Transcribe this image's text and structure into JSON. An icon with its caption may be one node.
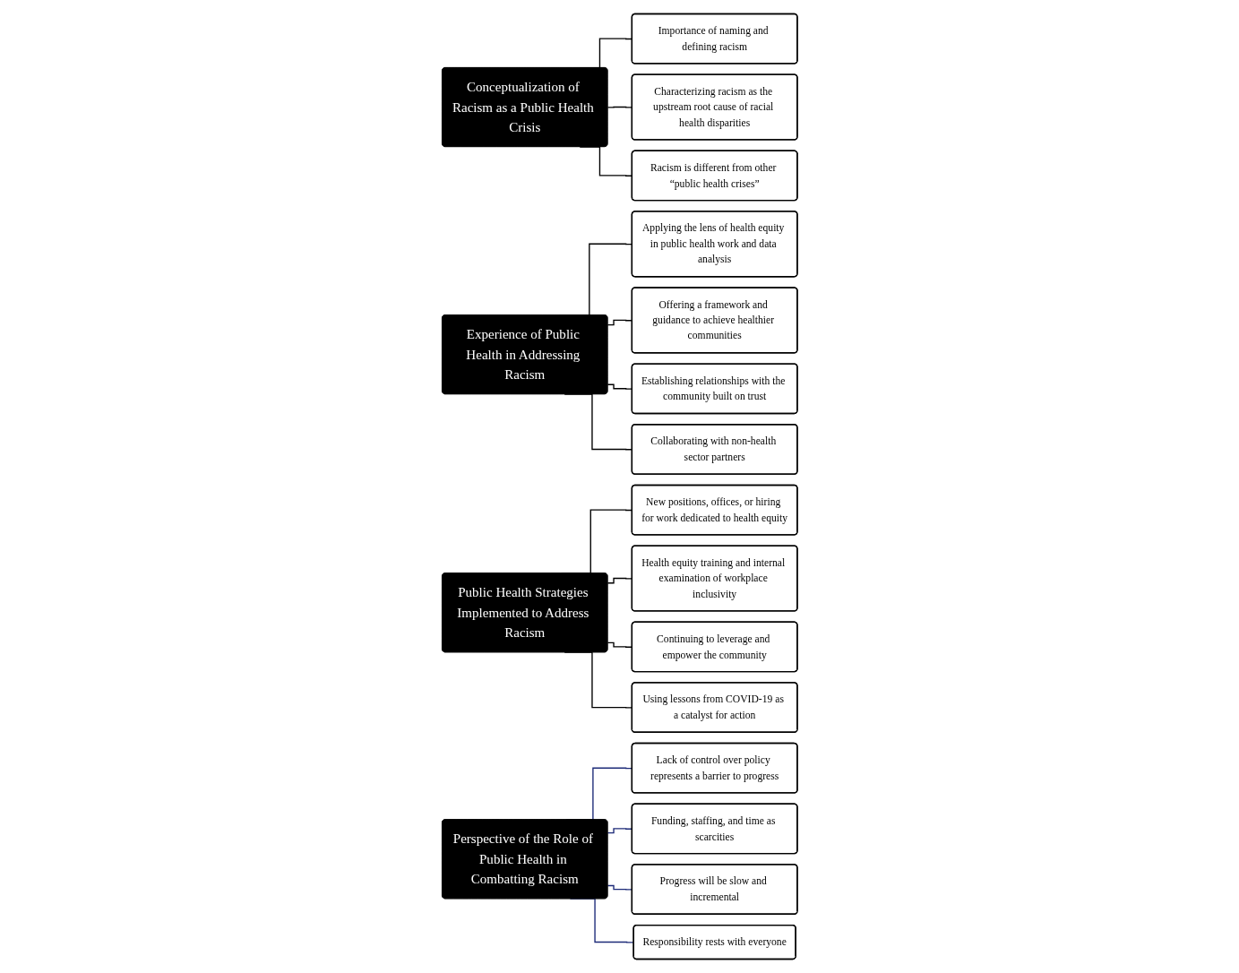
{
  "diagram": {
    "nodes": [
      {
        "text": [
          "Conceptualization of Racism as a Public Health Crisis"
        ]
      },
      {
        "text": [
          "Importance of naming and defining racism"
        ]
      },
      {
        "text": [
          "Characterizing racism as the upstream root cause of racial health disparities"
        ]
      },
      {
        "text": [
          "Racism is different from other “public health crises”"
        ]
      },
      {
        "text": [
          "Experience of Public Health in Addressing Racism"
        ]
      },
      {
        "text": [
          "Applying the lens of health equity in public health work and data analysis"
        ]
      },
      {
        "text": [
          "Offering a framework and guidance to achieve healthier communities"
        ]
      },
      {
        "text": [
          "Establishing relationships with the community built on trust"
        ]
      },
      {
        "text": [
          "Collaborating with non-health sector partners"
        ]
      },
      {
        "text": [
          "Public Health Strategies Implemented to Address Racism"
        ]
      },
      {
        "text": [
          "New positions, offices, or hiring for work dedicated to health equity"
        ]
      },
      {
        "text": [
          "Health equity training and internal examination of workplace inclusivity"
        ]
      },
      {
        "text": [
          "Continuing to leverage and empower the community"
        ]
      },
      {
        "text": [
          "Using lessons from COVID-19 as a catalyst for action"
        ]
      },
      {
        "text": [
          "Perspective of the Role of Public Health in Combatting Racism"
        ]
      },
      {
        "text": [
          "Lack of control over policy represents a barrier to progress"
        ]
      },
      {
        "text": [
          "Funding, staffing, and time as scarcities"
        ]
      },
      {
        "text": [
          "Progress will be slow and incremental"
        ]
      },
      {
        "text": [
          "Responsibility rests with everyone"
        ]
      }
    ],
    "edges": [
      {
        "from": 0,
        "to": 1,
        "arrow": "none"
      },
      {
        "from": 0,
        "to": 2,
        "arrow": "none"
      },
      {
        "from": 0,
        "to": 3,
        "arrow": "none"
      },
      {
        "from": 4,
        "to": 5,
        "arrow": "none"
      },
      {
        "from": 4,
        "to": 6,
        "arrow": "none"
      },
      {
        "from": 4,
        "to": 7,
        "arrow": "none"
      },
      {
        "from": 4,
        "to": 8,
        "arrow": "none"
      },
      {
        "from": 9,
        "to": 10,
        "arrow": "none"
      },
      {
        "from": 9,
        "to": 11,
        "arrow": "none"
      },
      {
        "from": 9,
        "to": 12,
        "arrow": "none"
      },
      {
        "from": 9,
        "to": 13,
        "arrow": "none"
      },
      {
        "from": 14,
        "to": 15,
        "arrow": "none",
        "color": "#1c2a78"
      },
      {
        "from": 14,
        "to": 16,
        "arrow": "none",
        "color": "#1c2a78"
      },
      {
        "from": 14,
        "to": 17,
        "arrow": "none",
        "color": "#1c2a78"
      },
      {
        "from": 14,
        "to": 18,
        "arrow": "none",
        "color": "#1c2a78"
      }
    ]
  }
}
